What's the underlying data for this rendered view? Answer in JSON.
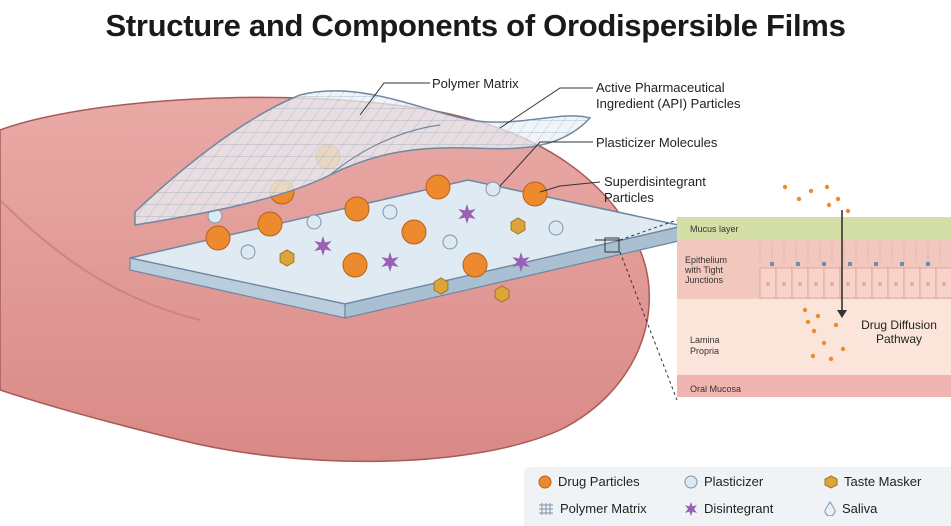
{
  "title": "Structure and Components of Orodispersible Films",
  "callouts": {
    "polymer_matrix": "Polymer Matrix",
    "api_line1": "Active Pharmaceutical",
    "api_line2": "Ingredient (API) Particles",
    "plasticizer_molecules": "Plasticizer Molecules",
    "superdisintegrant_line1": "Superdisintegrant",
    "superdisintegrant_line2": "Particles"
  },
  "inset": {
    "mucus_layer": "Mucus layer",
    "epithelium_line1": "Epithelium",
    "epithelium_line2": "with Tight",
    "epithelium_line3": "Junctions",
    "lamina_line1": "Lamina",
    "lamina_line2": "Propria",
    "oral_mucosa": "Oral Mucosa",
    "diffusion_line1": "Drug Diffusion",
    "diffusion_line2": "Pathway"
  },
  "legend": {
    "items": [
      {
        "label": "Drug Particles",
        "icon": "drug-particle-icon"
      },
      {
        "label": "Plasticizer",
        "icon": "plasticizer-icon"
      },
      {
        "label": "Taste Masker",
        "icon": "taste-masker-icon"
      },
      {
        "label": "Polymer Matrix",
        "icon": "polymer-matrix-icon"
      },
      {
        "label": "Disintegrant",
        "icon": "disintegrant-icon"
      },
      {
        "label": "Saliva",
        "icon": "saliva-icon"
      }
    ]
  },
  "colors": {
    "tongue": "#e6a3a0",
    "drug": "#ee8a2e",
    "plasticizer": "#dbe9f2",
    "taste_masker": "#dca43a",
    "disintegrant": "#9b5fb4",
    "film": "#dce9f3"
  }
}
